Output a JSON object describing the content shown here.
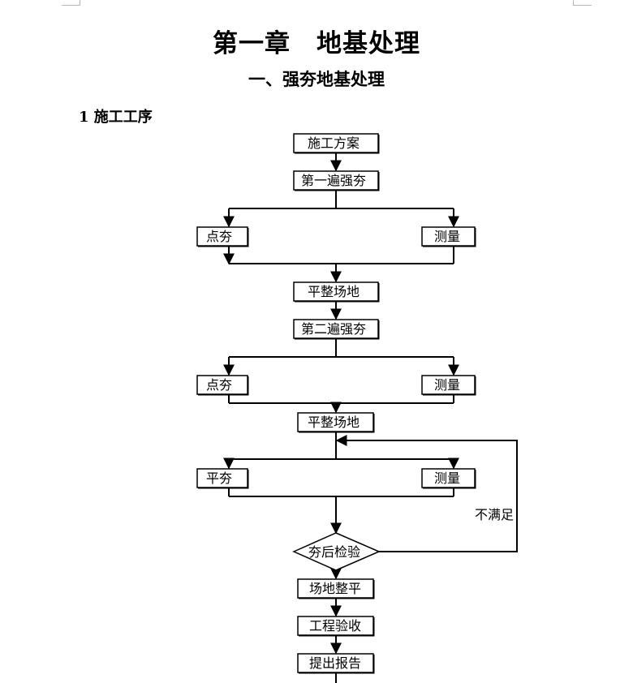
{
  "document": {
    "chapter_title": "第一章　地基处理",
    "section_title": "一、强夯地基处理",
    "subsection_title": "1 施工工序"
  },
  "flowchart": {
    "nodes": {
      "plan": "施工方案",
      "tamp1": "第一遍强夯",
      "point_tamp1": "点夯",
      "survey1": "测量",
      "level1": "平整场地",
      "tamp2": "第二遍强夯",
      "point_tamp2": "点夯",
      "survey2": "测量",
      "level2": "平整场地",
      "flat_tamp": "平夯",
      "survey3": "测量",
      "inspect": "夯后检验",
      "site_level": "场地整平",
      "acceptance": "工程验收",
      "report": "提出报告"
    },
    "loop_label": "不满足"
  }
}
